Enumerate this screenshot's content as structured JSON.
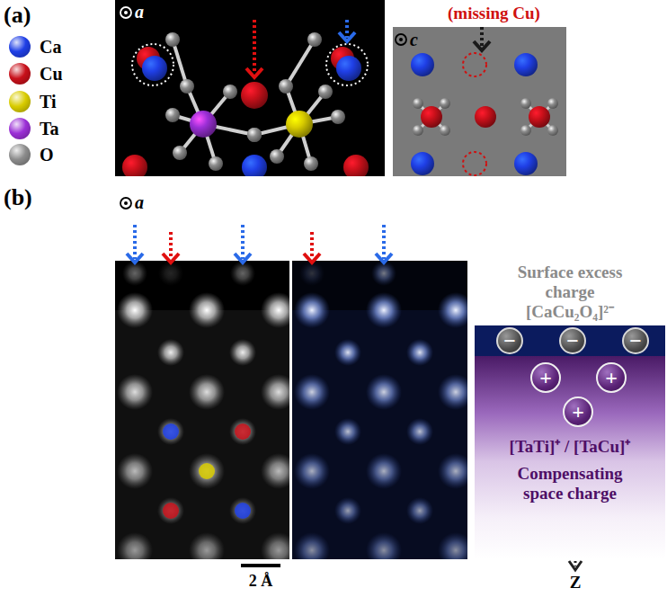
{
  "diagram": {
    "nodes": [
      {
        "text": [
          "Surface excess charge [CaCu₂O₄]²⁻"
        ]
      },
      {
        "text": [
          "−"
        ],
        "in": 0
      },
      {
        "text": [
          "−"
        ],
        "in": 0
      },
      {
        "text": [
          "−"
        ],
        "in": 0
      },
      {
        "text": [
          "[TaTi]⁺ / [TaCu]⁺",
          "Compensating space charge"
        ]
      },
      {
        "text": [
          "+"
        ],
        "in": 4
      },
      {
        "text": [
          "+"
        ],
        "in": 4
      },
      {
        "text": [
          "+"
        ],
        "in": 4
      }
    ],
    "labels": [
      "(a)",
      "a",
      "(missing Cu)",
      "c",
      "(b)",
      "a",
      "2 Å",
      "Z"
    ],
    "legend": [
      {
        "text": "Ca",
        "color": "#1f3fe6"
      },
      {
        "text": "Cu",
        "color": "#c8101a"
      },
      {
        "text": "Ti",
        "color": "#d9cc00"
      },
      {
        "text": "Ta",
        "color": "#9b2fd6"
      },
      {
        "text": "O",
        "color": "#8c8c8c"
      }
    ]
  }
}
